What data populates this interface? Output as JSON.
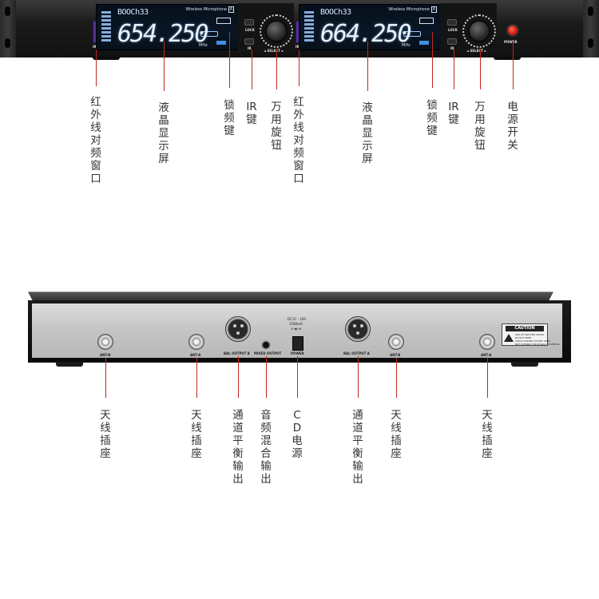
{
  "front_panel": {
    "channels": [
      {
        "display": {
          "model": "Wireless Microphone",
          "model_badge": "A",
          "channel": "BOOCh33",
          "frequency": "654.250",
          "unit": "MHz"
        },
        "buttons": {
          "lock": "LOCK",
          "ir": "IR"
        },
        "select_label": "◄ SELECT ►",
        "ir_window_label": "IR"
      },
      {
        "display": {
          "model": "Wireless Microphone",
          "model_badge": "A",
          "channel": "BOOCh33",
          "frequency": "664.250",
          "unit": "MHz"
        },
        "buttons": {
          "lock": "LOCK",
          "ir": "IR"
        },
        "select_label": "◄ SELECT ►",
        "ir_window_label": "IR"
      }
    ],
    "power_label": "POWER",
    "callouts": [
      "红外线对频窗口",
      "液晶显示屏",
      "锁频键",
      "IR键",
      "万用旋钮",
      "红外线对频窗口",
      "液晶显示屏",
      "锁频键",
      "IR键",
      "万用旋钮",
      "电源开关"
    ]
  },
  "rear_panel": {
    "port_labels": {
      "ant_b1": "ANT-B",
      "ant_b2": "ANT-A",
      "bal_out_b": "BAL OUTPUT B",
      "mixed": "MIXED OUTPUT",
      "power": "POWER",
      "bal_out_a": "BAL OUTPUT A",
      "ant_a1": "ANT-B",
      "ant_a2": "ANT-A"
    },
    "dc_spec": [
      "DC12 – 18V",
      "1580mA",
      "⊖-◉-⊕"
    ],
    "caution": {
      "title": "CAUTION",
      "lines": [
        "RISK OF ELECTRIC SHOCK",
        "DO NOT OPEN",
        "SHOCK HAZARD DO NOT OPEN.",
        "NOT SUITABLE FOR IN WALL MOUNTING"
      ]
    },
    "callouts": [
      "天线插座",
      "天线插座",
      "通道平衡输出",
      "音频混合输出",
      "CD电源",
      "通道平衡输出",
      "天线插座",
      "天线插座"
    ]
  }
}
